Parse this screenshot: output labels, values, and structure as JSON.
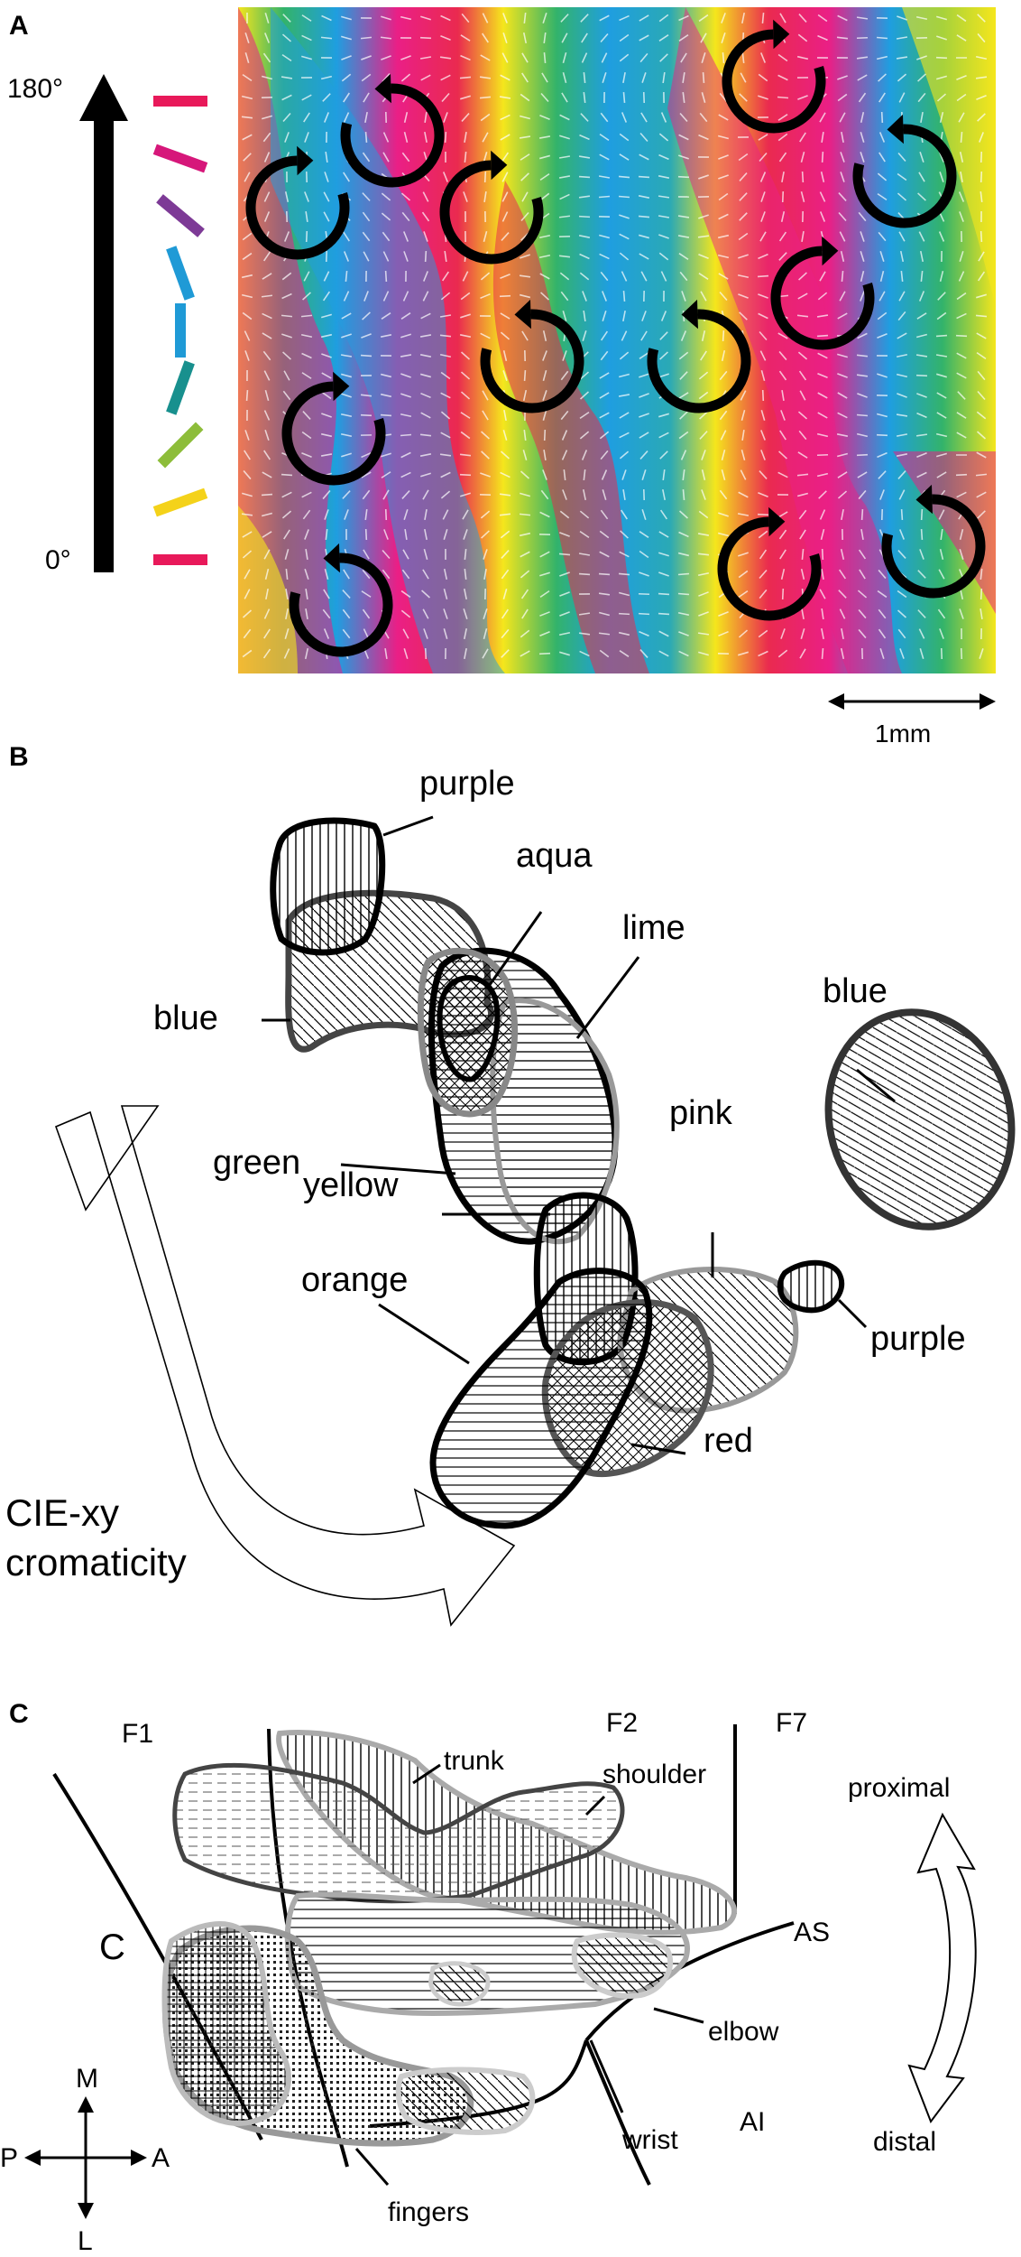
{
  "panelA": {
    "letter": "A",
    "axis_top": "180°",
    "axis_bottom": "0°",
    "scale_bar": "1mm",
    "legend_orientation_colors": [
      "#e8195a",
      "#d6177a",
      "#7d3a96",
      "#1f9ad6",
      "#1f9ad6",
      "#18908e",
      "#8dbd3a",
      "#f4d21a",
      "#e8195a"
    ],
    "map_colors": {
      "magenta": "#ea1f86",
      "red": "#ea2a4f",
      "yellow": "#f5e61c",
      "green": "#33b36a",
      "blue": "#1f9ee0",
      "teal": "#2aa9b5"
    }
  },
  "panelB": {
    "letter": "B",
    "labels": {
      "purple_top": "purple",
      "aqua": "aqua",
      "lime": "lime",
      "blue_left": "blue",
      "green": "green",
      "blue_right": "blue",
      "yellow": "yellow",
      "pink": "pink",
      "orange": "orange",
      "purple_right": "purple",
      "red": "red"
    },
    "arrow_caption_line1": "CIE-xy",
    "arrow_caption_line2": "cromaticity"
  },
  "panelC": {
    "letter": "C",
    "labels": {
      "f1": "F1",
      "trunk": "trunk",
      "f2": "F2",
      "shoulder": "shoulder",
      "f7": "F7",
      "c": "C",
      "as": "AS",
      "elbow": "elbow",
      "wrist": "wrist",
      "ai": "AI",
      "fingers": "fingers"
    },
    "compass": {
      "m": "M",
      "p": "P",
      "a": "A",
      "l": "L"
    },
    "side_arrow_top": "proximal",
    "side_arrow_bottom": "distal"
  }
}
